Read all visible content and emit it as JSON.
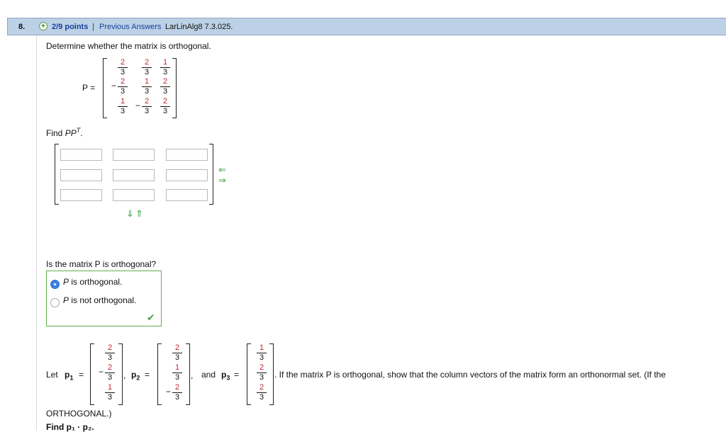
{
  "header": {
    "number": "8.",
    "points": "2/9 points",
    "separator": "|",
    "previous_answers": "Previous Answers",
    "reference": "LarLinAlg8 7.3.025."
  },
  "question": {
    "prompt": "Determine whether the matrix is orthogonal.",
    "matrix_label": "P =",
    "matrix_P": [
      [
        {
          "sign": "",
          "num": "2",
          "den": "3"
        },
        {
          "sign": "",
          "num": "2",
          "den": "3"
        },
        {
          "sign": "",
          "num": "1",
          "den": "3"
        }
      ],
      [
        {
          "sign": "−",
          "num": "2",
          "den": "3"
        },
        {
          "sign": "",
          "num": "1",
          "den": "3"
        },
        {
          "sign": "",
          "num": "2",
          "den": "3"
        }
      ],
      [
        {
          "sign": "",
          "num": "1",
          "den": "3"
        },
        {
          "sign": "−",
          "num": "2",
          "den": "3"
        },
        {
          "sign": "",
          "num": "2",
          "den": "3"
        }
      ]
    ],
    "find_label": "Find",
    "find_var": "PP",
    "find_sup": "T",
    "find_period": ".",
    "answer_cells": [
      [
        "",
        "",
        ""
      ],
      [
        "",
        "",
        ""
      ],
      [
        "",
        "",
        ""
      ]
    ],
    "orthogonal_question": "Is the matrix P is orthogonal?",
    "options": [
      {
        "var": "P",
        "label": " is orthogonal.",
        "selected": true
      },
      {
        "var": "P",
        "label": " is not orthogonal.",
        "selected": false
      }
    ],
    "let_label": "Let",
    "p1_label": "p",
    "p1_sub": "1",
    "p2_label": "p",
    "p2_sub": "2",
    "p3_label": "p",
    "p3_sub": "3",
    "equals": "=",
    "comma": ",",
    "and": "and",
    "vector_p1": [
      {
        "sign": "",
        "num": "2",
        "den": "3"
      },
      {
        "sign": "−",
        "num": "2",
        "den": "3"
      },
      {
        "sign": "",
        "num": "1",
        "den": "3"
      }
    ],
    "vector_p2": [
      {
        "sign": "",
        "num": "2",
        "den": "3"
      },
      {
        "sign": "",
        "num": "1",
        "den": "3"
      },
      {
        "sign": "−",
        "num": "2",
        "den": "3"
      }
    ],
    "vector_p3": [
      {
        "sign": "",
        "num": "1",
        "den": "3"
      },
      {
        "sign": "",
        "num": "2",
        "den": "3"
      },
      {
        "sign": "",
        "num": "2",
        "den": "3"
      }
    ],
    "after_text": ". If the matrix P is orthogonal, show that the column vectors of the matrix form an orthonormal set. (If the",
    "orthogonal_cont": "ORTHOGONAL.)",
    "find_dot": "Find p₁ · p₂."
  },
  "colors": {
    "header_bg": "#bcd1e6",
    "link": "#1a3f9e",
    "numerator": "#c0252a",
    "correct": "#5db04b",
    "radio_selected": "#3a82e0"
  }
}
